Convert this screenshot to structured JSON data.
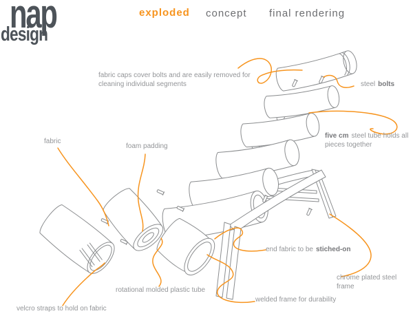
{
  "header": {
    "logo": {
      "line1": "nap",
      "line2": "design"
    },
    "tabs": [
      {
        "id": "exploded",
        "label": "exploded",
        "active": true
      },
      {
        "id": "concept",
        "label": "concept",
        "active": false
      },
      {
        "id": "final-rendering",
        "label": "final rendering",
        "active": false
      }
    ]
  },
  "annotations": {
    "fabric_caps": {
      "text": "fabric caps cover bolts and are easily removed for cleaning individual segments"
    },
    "steel_bolts": {
      "normal": "steel",
      "bold": "bolts"
    },
    "five_cm": {
      "bold": "five cm",
      "normal": "steel tube holds all pieces together"
    },
    "fabric": {
      "text": "fabric"
    },
    "foam_padding": {
      "text": "foam padding"
    },
    "end_fabric": {
      "normal": "end fabric to be",
      "bold": "stiched-on"
    },
    "chrome_frame": {
      "text": "chrome plated steel frame"
    },
    "rotational_tube": {
      "text": "rotational molded plastic tube"
    },
    "welded_frame": {
      "text": "welded frame for durability"
    },
    "velcro": {
      "text": "velcro straps to hold on fabric"
    }
  },
  "colors": {
    "accent": "#f7941e",
    "logo_ink": "#4d5359",
    "tab_inactive": "#6d6e71",
    "annotation_text": "#939598",
    "drawing_line": "#8a8c8e"
  }
}
